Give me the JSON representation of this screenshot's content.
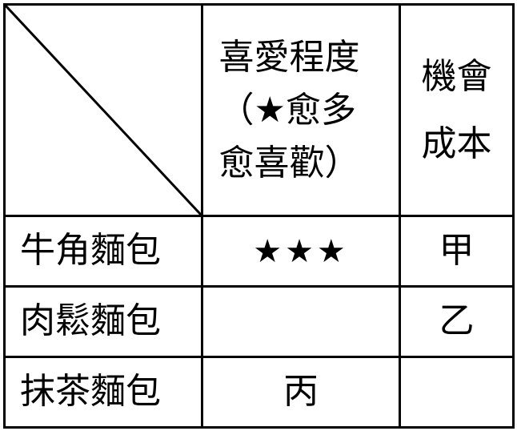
{
  "header": {
    "col2": "喜愛程度（★愈多愈喜歡）",
    "col3": "機會成本"
  },
  "rows": [
    {
      "label": "牛角麵包",
      "preference": "★★★",
      "cost": "甲"
    },
    {
      "label": "肉鬆麵包",
      "preference": "",
      "cost": "乙"
    },
    {
      "label": "抹茶麵包",
      "preference": "丙",
      "cost": ""
    }
  ]
}
